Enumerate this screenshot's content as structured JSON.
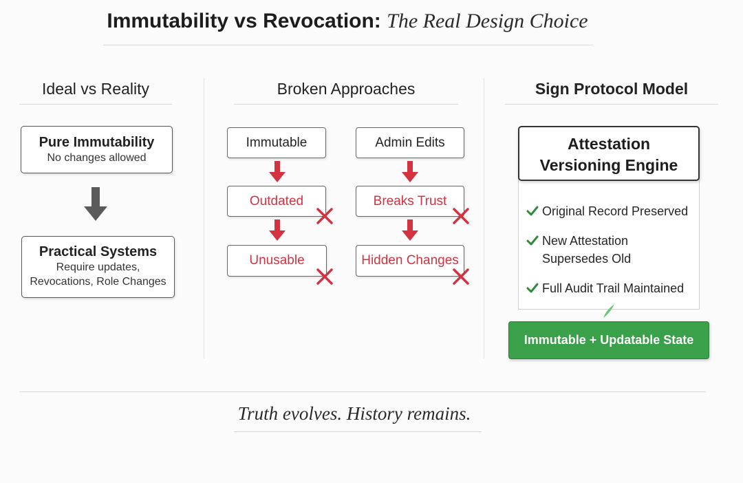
{
  "title": {
    "main": "Immutability vs Revocation:",
    "subtitle": "The Real Design Choice"
  },
  "columns": {
    "ideal": {
      "heading": "Ideal vs Reality",
      "pure_box": {
        "title": "Pure Immutability",
        "desc": "No changes allowed"
      },
      "practical_box": {
        "title": "Practical Systems",
        "desc_line1": "Require updates,",
        "desc_line2": "Revocations, Role Changes"
      }
    },
    "broken": {
      "heading": "Broken Approaches",
      "left_flow": [
        "Immutable",
        "Outdated",
        "Unusable"
      ],
      "right_flow": [
        "Admin Edits",
        "Breaks Trust",
        "Hidden Changes"
      ]
    },
    "sign": {
      "heading": "Sign Protocol Model",
      "engine_line1": "Attestation",
      "engine_line2": "Versioning Engine",
      "checks": [
        {
          "line1": "Original Record Preserved",
          "line2": ""
        },
        {
          "line1": "New Attestation",
          "line2": "Supersedes Old"
        },
        {
          "line1": "Full Audit Trail Maintained",
          "line2": ""
        }
      ],
      "result_button": "Immutable + Updatable State"
    }
  },
  "footer": "Truth evolves. History remains.",
  "colors": {
    "error_red": "#d4323f",
    "success_green": "#3aa14a",
    "check_green": "#2e8b3e"
  }
}
